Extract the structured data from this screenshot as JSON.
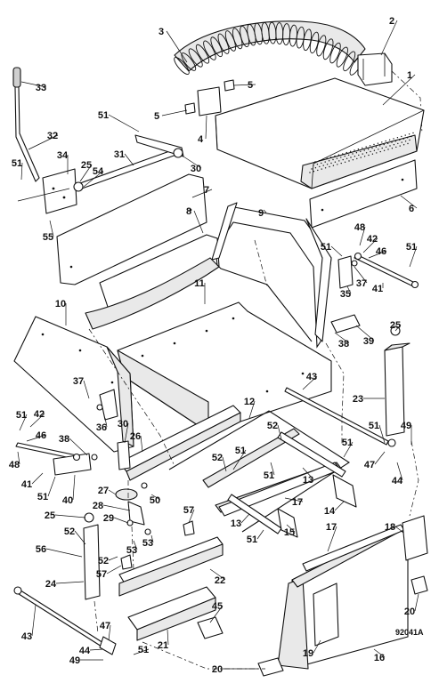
{
  "diagram": {
    "drawing_id": "92041A",
    "callouts": [
      {
        "id": "c1",
        "label": "1"
      },
      {
        "id": "c2",
        "label": "2"
      },
      {
        "id": "c3",
        "label": "3"
      },
      {
        "id": "c4",
        "label": "4"
      },
      {
        "id": "c5a",
        "label": "5"
      },
      {
        "id": "c5b",
        "label": "5"
      },
      {
        "id": "c6",
        "label": "6"
      },
      {
        "id": "c7",
        "label": "7"
      },
      {
        "id": "c8",
        "label": "8"
      },
      {
        "id": "c9",
        "label": "9"
      },
      {
        "id": "c10",
        "label": "10"
      },
      {
        "id": "c11",
        "label": "11"
      },
      {
        "id": "c12",
        "label": "12"
      },
      {
        "id": "c13a",
        "label": "13"
      },
      {
        "id": "c13b",
        "label": "13"
      },
      {
        "id": "c14",
        "label": "14"
      },
      {
        "id": "c15",
        "label": "15"
      },
      {
        "id": "c16",
        "label": "16"
      },
      {
        "id": "c17a",
        "label": "17"
      },
      {
        "id": "c17b",
        "label": "17"
      },
      {
        "id": "c18",
        "label": "18"
      },
      {
        "id": "c19",
        "label": "19"
      },
      {
        "id": "c20a",
        "label": "20"
      },
      {
        "id": "c20b",
        "label": "20"
      },
      {
        "id": "c21",
        "label": "21"
      },
      {
        "id": "c22",
        "label": "22"
      },
      {
        "id": "c23",
        "label": "23"
      },
      {
        "id": "c24",
        "label": "24"
      },
      {
        "id": "c25a",
        "label": "25"
      },
      {
        "id": "c25b",
        "label": "25"
      },
      {
        "id": "c25c",
        "label": "25"
      },
      {
        "id": "c26",
        "label": "26"
      },
      {
        "id": "c27",
        "label": "27"
      },
      {
        "id": "c28",
        "label": "28"
      },
      {
        "id": "c29",
        "label": "29"
      },
      {
        "id": "c30a",
        "label": "30"
      },
      {
        "id": "c30b",
        "label": "30"
      },
      {
        "id": "c31",
        "label": "31"
      },
      {
        "id": "c32",
        "label": "32"
      },
      {
        "id": "c33",
        "label": "33"
      },
      {
        "id": "c34",
        "label": "34"
      },
      {
        "id": "c35",
        "label": "35"
      },
      {
        "id": "c36",
        "label": "36"
      },
      {
        "id": "c37a",
        "label": "37"
      },
      {
        "id": "c37b",
        "label": "37"
      },
      {
        "id": "c38a",
        "label": "38"
      },
      {
        "id": "c38b",
        "label": "38"
      },
      {
        "id": "c39",
        "label": "39"
      },
      {
        "id": "c40",
        "label": "40"
      },
      {
        "id": "c41a",
        "label": "41"
      },
      {
        "id": "c41b",
        "label": "41"
      },
      {
        "id": "c42a",
        "label": "42"
      },
      {
        "id": "c42b",
        "label": "42"
      },
      {
        "id": "c43a",
        "label": "43"
      },
      {
        "id": "c43b",
        "label": "43"
      },
      {
        "id": "c44a",
        "label": "44"
      },
      {
        "id": "c44b",
        "label": "44"
      },
      {
        "id": "c45",
        "label": "45"
      },
      {
        "id": "c46a",
        "label": "46"
      },
      {
        "id": "c46b",
        "label": "46"
      },
      {
        "id": "c47a",
        "label": "47"
      },
      {
        "id": "c47b",
        "label": "47"
      },
      {
        "id": "c48a",
        "label": "48"
      },
      {
        "id": "c48b",
        "label": "48"
      },
      {
        "id": "c49a",
        "label": "49"
      },
      {
        "id": "c49b",
        "label": "49"
      },
      {
        "id": "c50",
        "label": "50"
      },
      {
        "id": "c51a",
        "label": "51"
      },
      {
        "id": "c51b",
        "label": "51"
      },
      {
        "id": "c51c",
        "label": "51"
      },
      {
        "id": "c51d",
        "label": "51"
      },
      {
        "id": "c51e",
        "label": "51"
      },
      {
        "id": "c51f",
        "label": "51"
      },
      {
        "id": "c51g",
        "label": "51"
      },
      {
        "id": "c51h",
        "label": "51"
      },
      {
        "id": "c51i",
        "label": "51"
      },
      {
        "id": "c51j",
        "label": "51"
      },
      {
        "id": "c51k",
        "label": "51"
      },
      {
        "id": "c51l",
        "label": "51"
      },
      {
        "id": "c52a",
        "label": "52"
      },
      {
        "id": "c52b",
        "label": "52"
      },
      {
        "id": "c52c",
        "label": "52"
      },
      {
        "id": "c52d",
        "label": "52"
      },
      {
        "id": "c53a",
        "label": "53"
      },
      {
        "id": "c53b",
        "label": "53"
      },
      {
        "id": "c54",
        "label": "54"
      },
      {
        "id": "c55",
        "label": "55"
      },
      {
        "id": "c56",
        "label": "56"
      },
      {
        "id": "c57a",
        "label": "57"
      },
      {
        "id": "c57b",
        "label": "57"
      }
    ]
  }
}
